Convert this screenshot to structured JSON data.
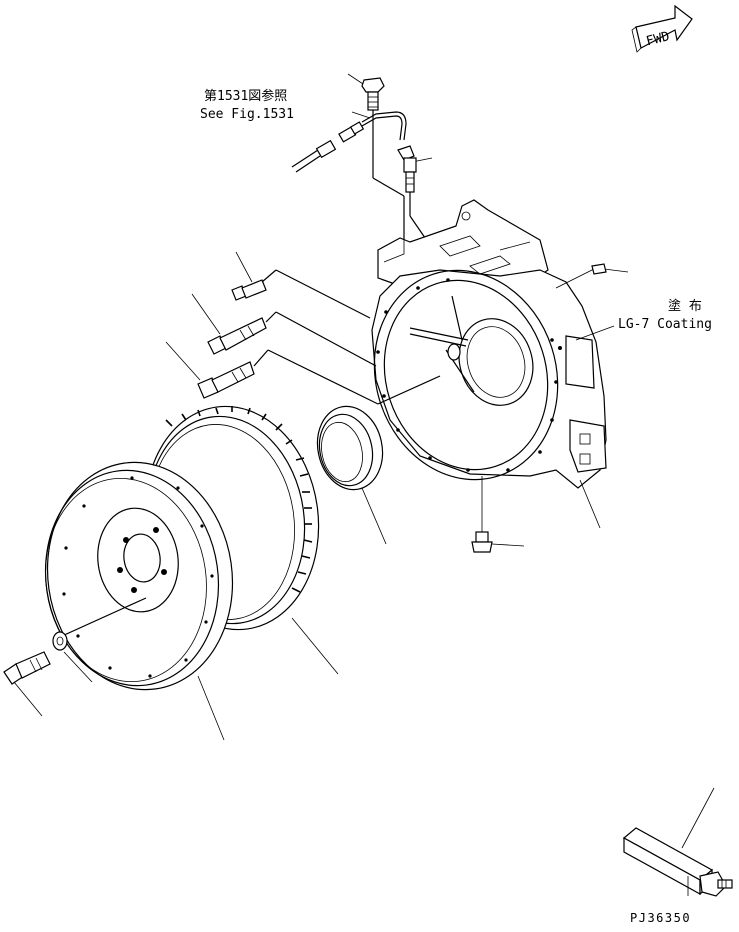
{
  "diagram": {
    "fwd_label": "FWD",
    "ref_note": {
      "jp": "第1531図参照",
      "en": "See Fig.1531"
    },
    "coating_note": {
      "jp": "塗 布",
      "en": "LG-7 Coating"
    },
    "drawing_number": "PJ36350",
    "parts": [
      "bolt-top",
      "wire-harness-sensor",
      "speed-sensor",
      "flywheel-housing",
      "housing-bolts",
      "oil-seal",
      "drain-plug",
      "ring-gear",
      "flywheel",
      "flywheel-bolt",
      "washer",
      "tool"
    ]
  }
}
